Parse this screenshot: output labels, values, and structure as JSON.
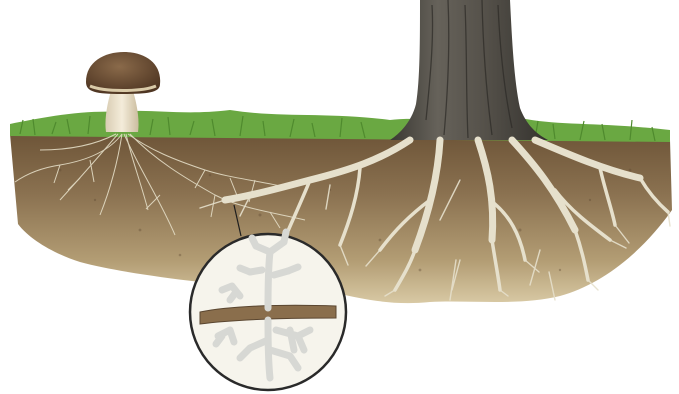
{
  "scene": {
    "subjects": [
      "mushroom",
      "tree-trunk",
      "tree-roots",
      "mycelium",
      "soil",
      "grass",
      "magnified-inset"
    ],
    "colors": {
      "background": "#ffffff",
      "soil_dark": "#7a6244",
      "soil_light": "#c8b48a",
      "grass": "#5e9a3c",
      "bark": "#4e4b45",
      "root": "#e6e0cc",
      "mushroom_cap": "#6a4a32",
      "mushroom_stem": "#efe6d2",
      "inset_border": "#2a2a2a",
      "inset_fill": "#f6f4ec"
    }
  }
}
